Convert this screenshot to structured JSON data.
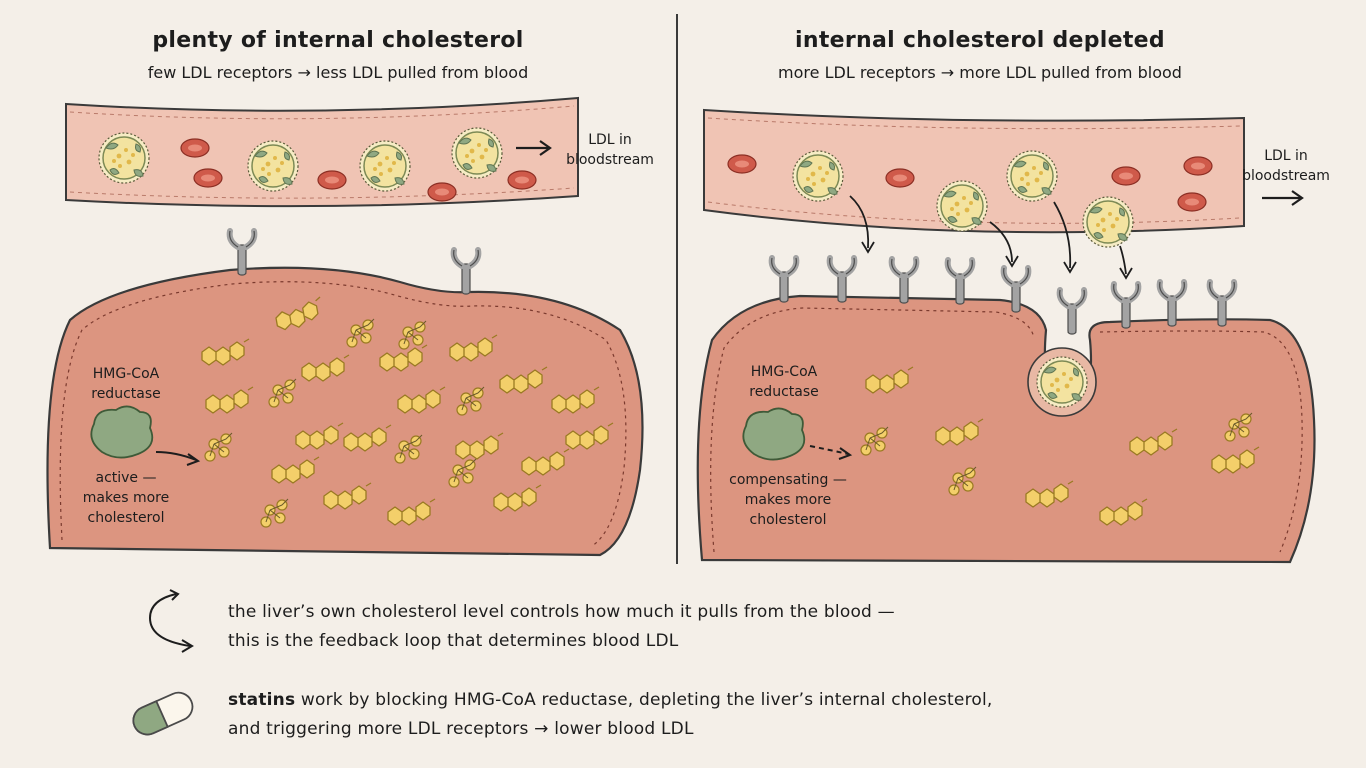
{
  "left_panel": {
    "title": "plenty of internal cholesterol",
    "subtitle": "few LDL receptors → less LDL pulled from blood",
    "ldl_label": "LDL in\nbloodstream",
    "enzyme_label": "HMG-CoA\nreductase",
    "enzyme_state": "active —\nmakes more\ncholesterol"
  },
  "right_panel": {
    "title": "internal cholesterol depleted",
    "subtitle": "more LDL receptors →  more LDL pulled from blood",
    "ldl_label": "LDL in\nbloodstream",
    "enzyme_label": "HMG-CoA\nreductase",
    "enzyme_state": "compensating —\nmakes more\ncholesterol"
  },
  "footer": {
    "feedback_line1": "the liver’s own cholesterol level controls how much it pulls from the blood —",
    "feedback_line2": "this is the feedback loop that determines blood LDL",
    "statins_bold": "statins",
    "statins_line1_rest": " work by blocking HMG-CoA reductase, depleting the liver’s internal cholesterol,",
    "statins_line2": "and triggering more LDL receptors → lower blood LDL"
  },
  "colors": {
    "background": "#f4efe8",
    "vessel": "#f0c4b4",
    "cell": "#dc9580",
    "cholesterol": "#f3cf6a",
    "enzyme": "#8fa882",
    "red_cell": "#cf5a4a"
  }
}
